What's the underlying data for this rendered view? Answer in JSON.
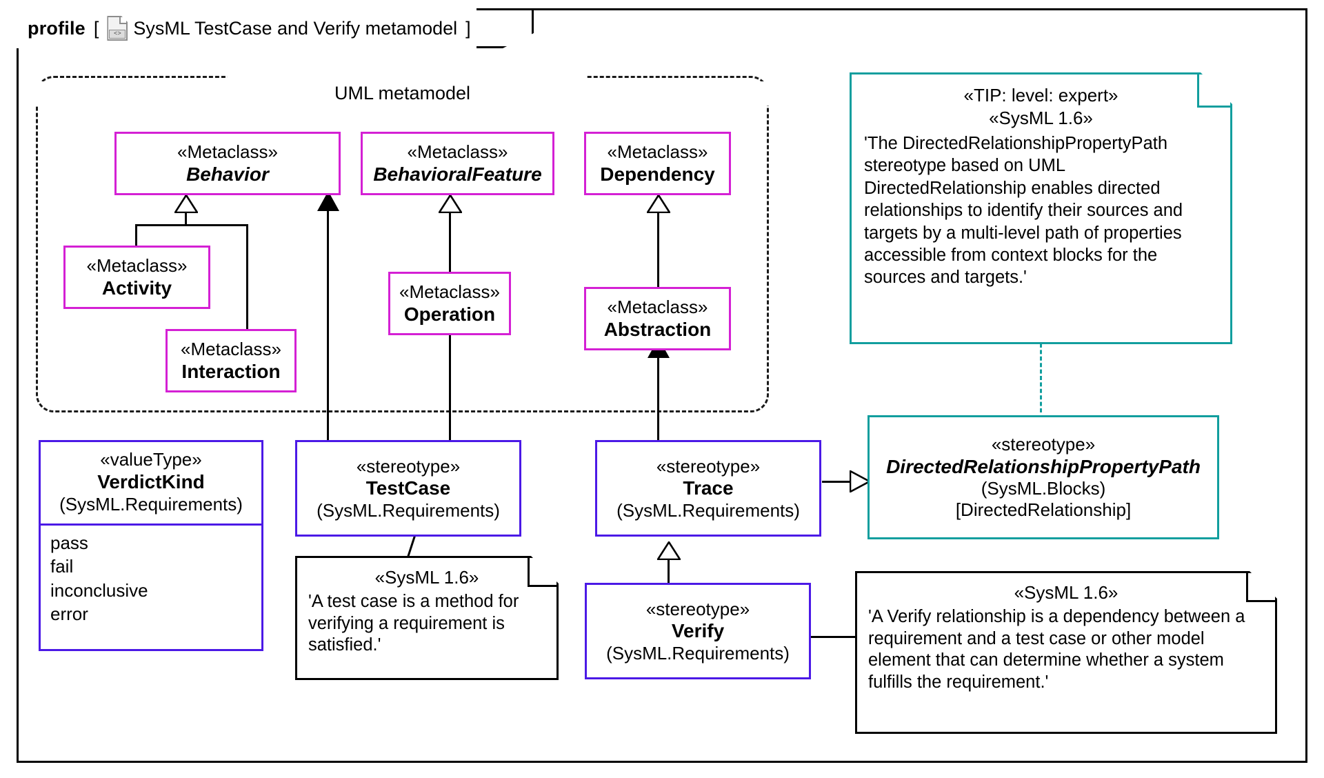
{
  "header": {
    "keyword": "profile",
    "bracket_open": "[",
    "bracket_close": "]",
    "icon": "profile-document-icon",
    "title": "SysML TestCase and Verify metamodel"
  },
  "colors": {
    "metaclass_border": "#d420d4",
    "stereotype_border": "#4b19e6",
    "teal_border": "#119e9e",
    "frame_border": "#000000"
  },
  "package": {
    "label": "UML metamodel"
  },
  "metaclasses": [
    {
      "stereotype": "«Metaclass»",
      "name": "Behavior",
      "abstract": true
    },
    {
      "stereotype": "«Metaclass»",
      "name": "BehavioralFeature",
      "abstract": true
    },
    {
      "stereotype": "«Metaclass»",
      "name": "Dependency",
      "abstract": false
    },
    {
      "stereotype": "«Metaclass»",
      "name": "Activity",
      "abstract": false
    },
    {
      "stereotype": "«Metaclass»",
      "name": "Interaction",
      "abstract": false
    },
    {
      "stereotype": "«Metaclass»",
      "name": "Operation",
      "abstract": false
    },
    {
      "stereotype": "«Metaclass»",
      "name": "Abstraction",
      "abstract": false
    }
  ],
  "verdict_kind": {
    "stereotype": "«valueType»",
    "name": "VerdictKind",
    "package": "(SysML.Requirements)",
    "literals": [
      "pass",
      "fail",
      "inconclusive",
      "error"
    ]
  },
  "stereotypes": [
    {
      "stereotype": "«stereotype»",
      "name": "TestCase",
      "package": "(SysML.Requirements)"
    },
    {
      "stereotype": "«stereotype»",
      "name": "Trace",
      "package": "(SysML.Requirements)"
    },
    {
      "stereotype": "«stereotype»",
      "name": "Verify",
      "package": "(SysML.Requirements)"
    }
  ],
  "drpp": {
    "stereotype": "«stereotype»",
    "name": "DirectedRelationshipPropertyPath",
    "package": "(SysML.Blocks)",
    "metaclass": "[DirectedRelationship]"
  },
  "tip_note": {
    "line1": "«TIP: level: expert»",
    "line2": "«SysML 1.6»",
    "body": "'The DirectedRelationshipPropertyPath stereotype based on UML DirectedRelationship enables directed relationships to identify their sources and targets by a multi-level path of properties accessible from context blocks for the sources and targets.'"
  },
  "testcase_note": {
    "head": "«SysML 1.6»",
    "body": "'A test case is a method for verifying a requirement is satisfied.'"
  },
  "verify_note": {
    "head": "«SysML 1.6»",
    "body": "'A Verify relationship is a dependency between a requirement and a test case or other model element that can determine whether a system fulfills the requirement.'"
  }
}
